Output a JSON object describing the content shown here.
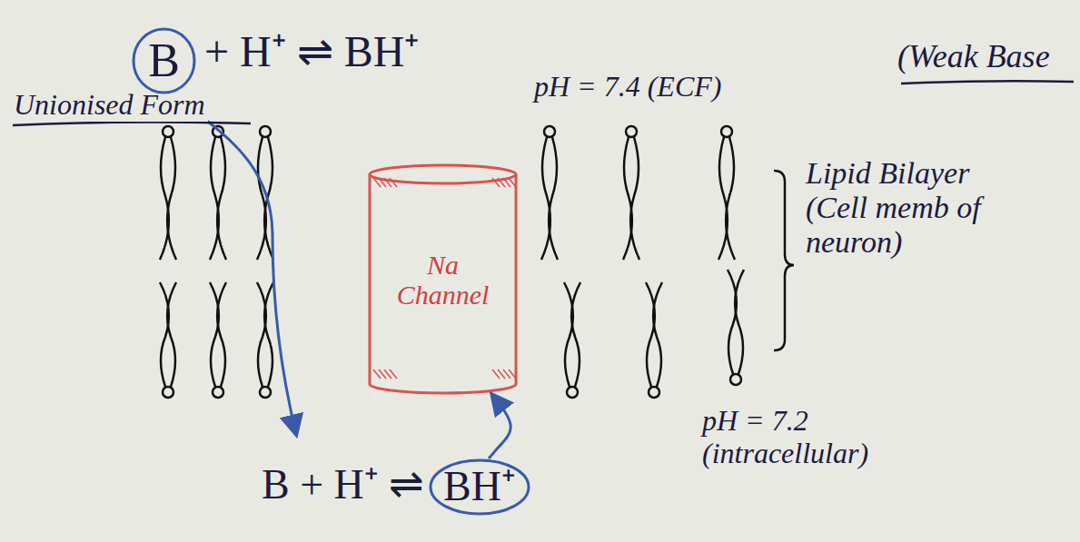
{
  "diagram": {
    "nodes": [
      {
        "text": [
          "B"
        ]
      },
      {
        "text": [
          "Na Channel"
        ]
      },
      {
        "text": [
          "BH⁺"
        ]
      }
    ],
    "edges": [
      {
        "from": 2,
        "to": 1,
        "arrow": "to"
      }
    ],
    "labels": [
      "+ H⁺ ⇌ BH⁺",
      "(Weak Base",
      "Unionised Form",
      "pH = 7.4 (ECF)",
      "Lipid Bilayer (Cell memb of neuron)",
      "pH = 7.2 (intracellular)",
      "B + H⁺ ⇌"
    ]
  }
}
